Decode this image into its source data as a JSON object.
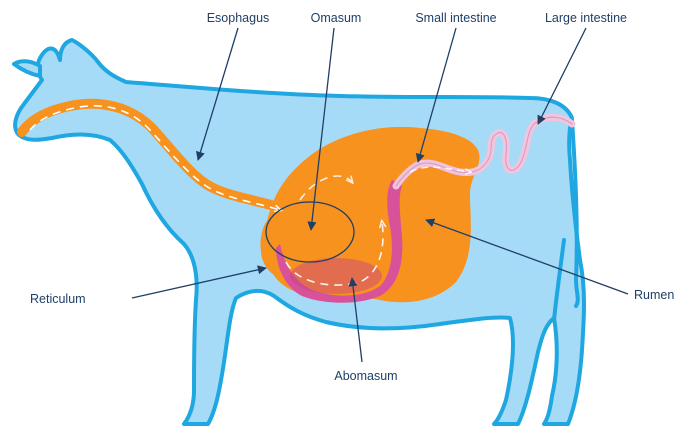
{
  "colors": {
    "body_fill": "#a6dbf7",
    "body_stroke": "#1ea7e1",
    "stomach_fill": "#f7921e",
    "abomasum_fill": "#d8529a",
    "intestine_fill": "#f2c4dd",
    "leader": "#1f3f66"
  },
  "labels": {
    "esophagus": "Esophagus",
    "omasum": "Omasum",
    "small_intestine": "Small intestine",
    "large_intestine": "Large intestine",
    "reticulum": "Reticulum",
    "rumen": "Rumen",
    "abomasum": "Abomasum"
  }
}
